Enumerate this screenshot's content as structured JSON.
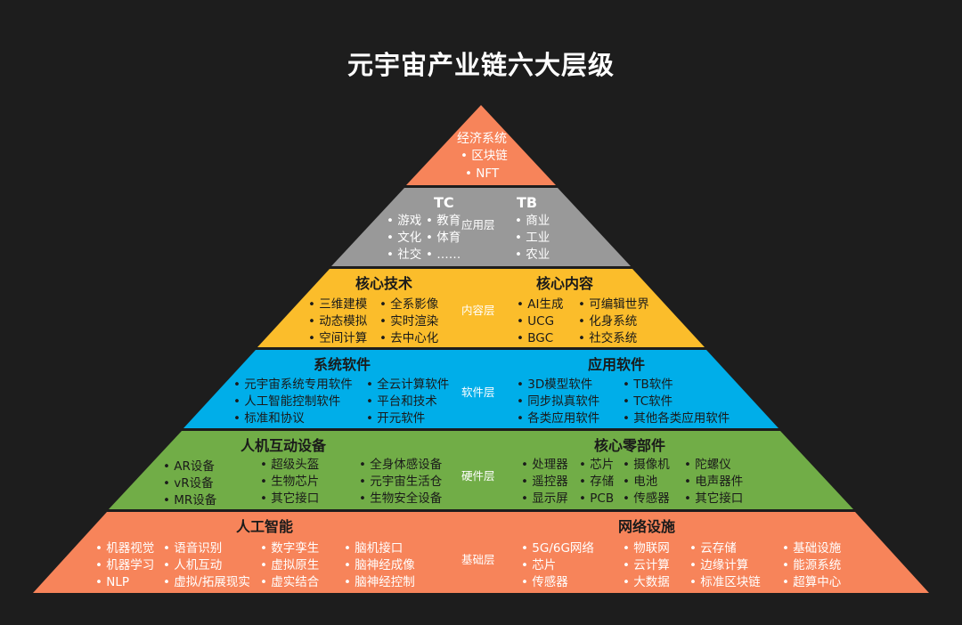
{
  "title": "元宇宙产业链六大层级",
  "colors": {
    "background": "#1d1d1d",
    "economy": "#f7845a",
    "application": "#999999",
    "content": "#fbbd2b",
    "software": "#00aee9",
    "hardware": "#71ad47",
    "infrastructure": "#f7845a"
  },
  "layers": {
    "economy": {
      "heading": "经济系统",
      "items": [
        "区块链",
        "NFT"
      ]
    },
    "application": {
      "label": "应用层",
      "tc": {
        "heading": "TC",
        "col1": [
          "游戏",
          "文化",
          "社交"
        ],
        "col2": [
          "教育",
          "体育",
          "……"
        ]
      },
      "tb": {
        "heading": "TB",
        "col1": [
          "商业",
          "工业",
          "农业"
        ]
      }
    },
    "content": {
      "label": "内容层",
      "tech": {
        "heading": "核心技术",
        "col1": [
          "三维建模",
          "动态模拟",
          "空间计算"
        ],
        "col2": [
          "全系影像",
          "实时渲染",
          "去中心化"
        ]
      },
      "core": {
        "heading": "核心内容",
        "col1": [
          "AI生成",
          "UCG",
          "BGC"
        ],
        "col2": [
          "可编辑世界",
          "化身系统",
          "社交系统"
        ]
      }
    },
    "software": {
      "label": "软件层",
      "system": {
        "heading": "系统软件",
        "col1": [
          "元宇宙系统专用软件",
          "人工智能控制软件",
          "标准和协议"
        ],
        "col2": [
          "全云计算软件",
          "平台和技术",
          "开元软件"
        ]
      },
      "app": {
        "heading": "应用软件",
        "col1": [
          "3D模型软件",
          "同步拟真软件",
          "各类应用软件"
        ],
        "col2": [
          "TB软件",
          "TC软件",
          "其他各类应用软件"
        ]
      }
    },
    "hardware": {
      "label": "硬件层",
      "hci": {
        "heading": "人机互动设备",
        "col1": [
          "AR设备",
          "vR设备",
          "MR设备"
        ],
        "col2": [
          "超级头盔",
          "生物芯片",
          "其它接口"
        ],
        "col3": [
          "全身体感设备",
          "元宇宙生活仓",
          "生物安全设备"
        ]
      },
      "parts": {
        "heading": "核心零部件",
        "col1": [
          "处理器",
          "遥控器",
          "显示屏"
        ],
        "col2": [
          "芯片",
          "存储",
          "PCB"
        ],
        "col3": [
          "摄像机",
          "电池",
          "传感器"
        ],
        "col4": [
          "陀螺仪",
          "电声器件",
          "其它接口"
        ]
      }
    },
    "infrastructure": {
      "label": "基础层",
      "ai": {
        "heading": "人工智能",
        "col1": [
          "机器视觉",
          "机器学习",
          "NLP"
        ],
        "col2": [
          "语音识别",
          "人机互动",
          "虚拟/拓展现实"
        ],
        "col3": [
          "数字孪生",
          "虚拟原生",
          "虚实结合"
        ],
        "col4": [
          "脑机接口",
          "脑神经成像",
          "脑神经控制"
        ]
      },
      "net": {
        "heading": "网络设施",
        "col1": [
          "5G/6G网络",
          "芯片",
          "传感器"
        ],
        "col2": [
          "物联网",
          "云计算",
          "大数据"
        ],
        "col3": [
          "云存储",
          "边缘计算",
          "标准区块链"
        ],
        "col4": [
          "基础设施",
          "能源系统",
          "超算中心"
        ]
      }
    }
  }
}
